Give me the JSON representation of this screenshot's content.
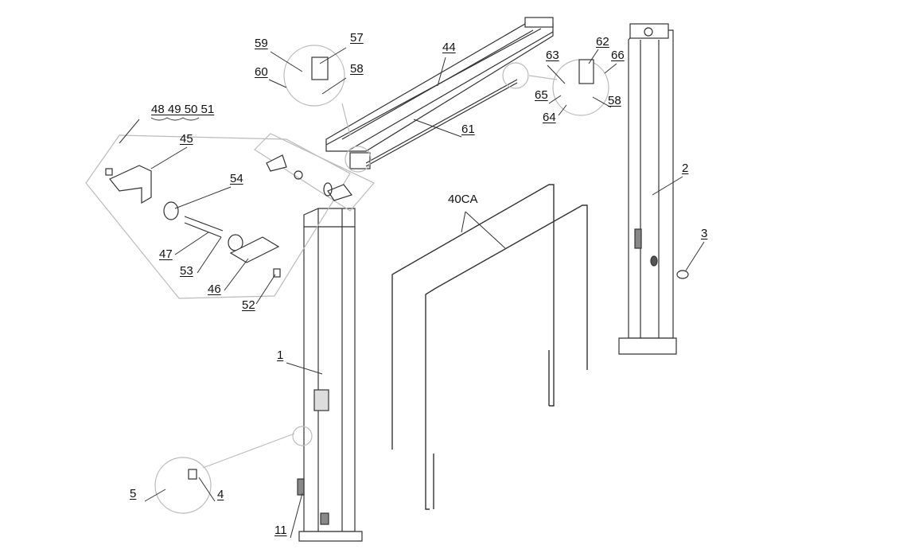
{
  "diagram": {
    "labels": {
      "p59": "59",
      "p57": "57",
      "p60": "60",
      "p58a": "58",
      "p44": "44",
      "p48_51": "48 49 50 51",
      "p45": "45",
      "p54": "54",
      "p61": "61",
      "p63": "63",
      "p62": "62",
      "p66": "66",
      "p65": "65",
      "p58b": "58",
      "p64": "64",
      "p2": "2",
      "p3": "3",
      "p40CA": "40CA",
      "p47": "47",
      "p53": "53",
      "p46": "46",
      "p52": "52",
      "p1": "1",
      "p5": "5",
      "p4": "4",
      "p11": "11"
    },
    "colors": {
      "line": "#333333",
      "callout": "#bbbbbb"
    }
  }
}
